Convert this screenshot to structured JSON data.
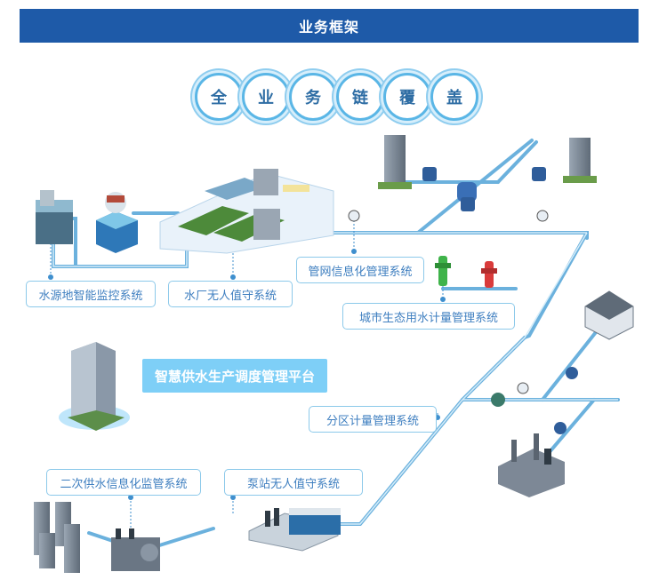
{
  "title": "业务框架",
  "coverage_chars": [
    "全",
    "业",
    "务",
    "链",
    "覆",
    "盖"
  ],
  "labels": {
    "water_source": "水源地智能监控系统",
    "plant": "水厂无人值守系统",
    "pipe_network": "管网信息化管理系统",
    "city_ecology": "城市生态用水计量管理系统",
    "district_metering": "分区计量管理系统",
    "secondary_supply": "二次供水信息化监管系统",
    "pump_station": "泵站无人值守系统"
  },
  "platform": "智慧供水生产调度管理平台",
  "colors": {
    "header": "#1e5aa8",
    "pipe": "#5aa6d6",
    "accent": "#7ecff7"
  }
}
